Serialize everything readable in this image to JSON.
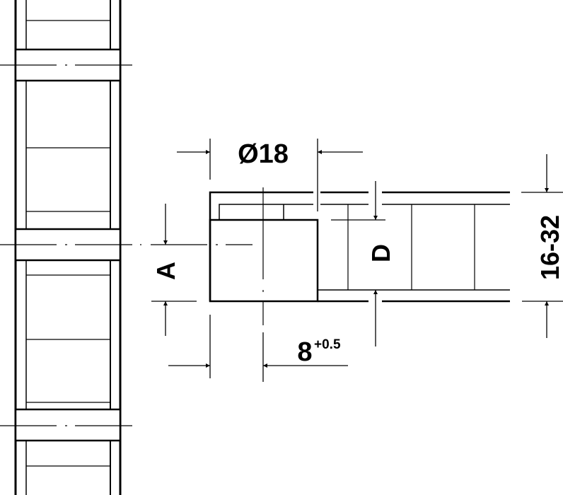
{
  "labels": {
    "diameter": "Ø18",
    "depth": "D",
    "offset": "A",
    "drill_depth": "8",
    "drill_depth_tolerance": "+0.5",
    "panel_thickness": "16-32"
  },
  "colors": {
    "line": "#000000",
    "background": "#ffffff"
  }
}
